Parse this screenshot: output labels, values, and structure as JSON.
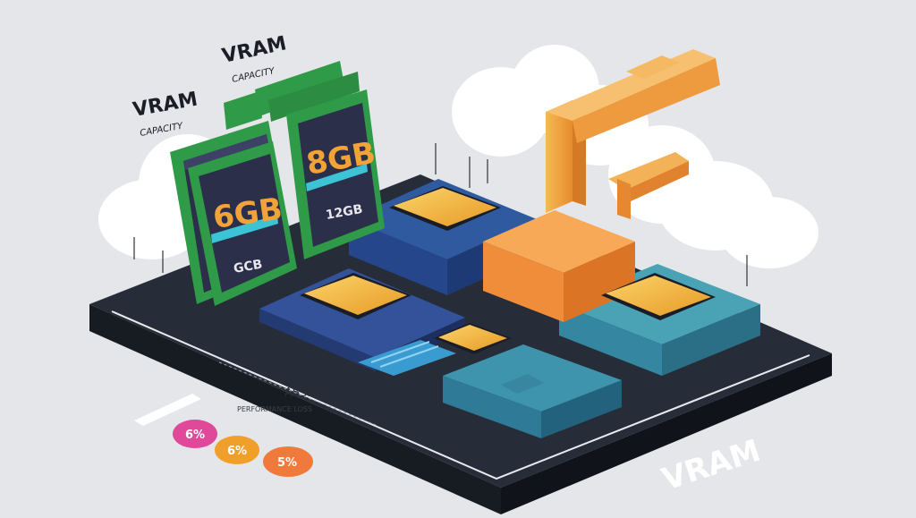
{
  "labels": {
    "vram_left_title": "VRAM",
    "vram_left_sub": "CAPACITY",
    "vram_right_title": "VRAM",
    "vram_right_sub": "CAPACITY",
    "card_6gb": "6GB",
    "card_6gb_sub": "GCB",
    "card_8gb": "8GB",
    "card_8gb_sub": "12GB",
    "assets": "ASSETS",
    "perf_loss": "PERFORMANCE LOSS",
    "watermark": "VRAM"
  },
  "badges": [
    {
      "text": "6%",
      "color": "#e0489a"
    },
    {
      "text": "6%",
      "color": "#f0a02a"
    },
    {
      "text": "5%",
      "color": "#ef7a3c"
    }
  ],
  "colors": {
    "background": "#e4e6ea",
    "board_top": "#272d38",
    "board_side": "#171b22",
    "pcb_green": "#2f9a47",
    "card_face": "#2c2f4a",
    "chip_gold": "#f2b437",
    "pipe_orange": "#f0a53e",
    "teal_block": "#3f8fa5",
    "navy_block": "#2f4f8c"
  }
}
